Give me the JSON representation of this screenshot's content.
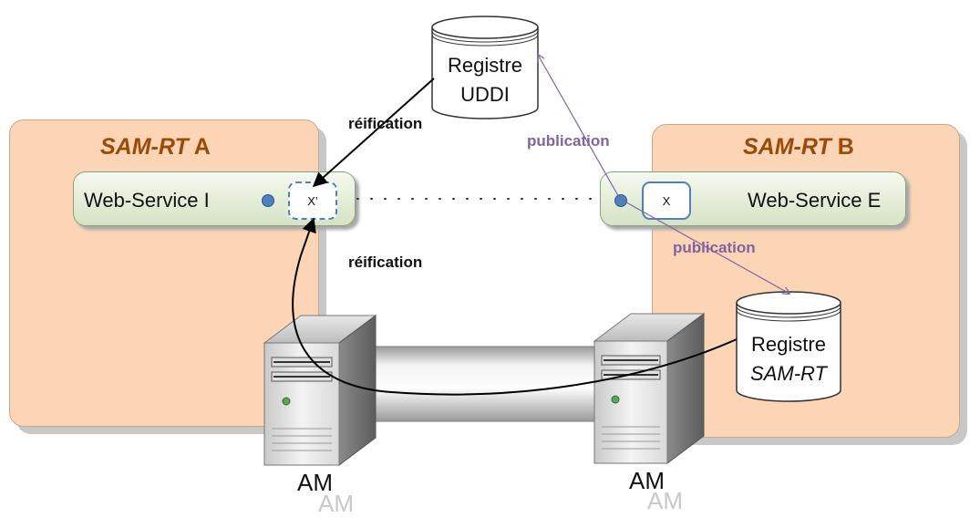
{
  "system_a": {
    "title_italic": "SAM-RT",
    "title_suffix": "A"
  },
  "system_b": {
    "title_italic": "SAM-RT",
    "title_suffix": "B"
  },
  "ws_internal": {
    "label": "Web-Service I",
    "port_label": "X’"
  },
  "ws_external": {
    "label": "Web-Service E",
    "port_label": "X"
  },
  "registry_uddi": {
    "line1": "Registre",
    "line2": "UDDI"
  },
  "registry_samrt": {
    "line1": "Registre",
    "line2": "SAM-RT"
  },
  "arrows": {
    "reification_top": "réification",
    "reification_bottom": "réification",
    "publication_top": "publication",
    "publication_bottom": "publication"
  },
  "servers": {
    "left_label": "AM",
    "right_label": "AM"
  },
  "colors": {
    "system_fill": "#fbd5b5",
    "system_title": "#9c4a08",
    "port_border": "#4f81bd",
    "publication_arrow": "#8064a2",
    "reification_arrow": "#000000"
  }
}
